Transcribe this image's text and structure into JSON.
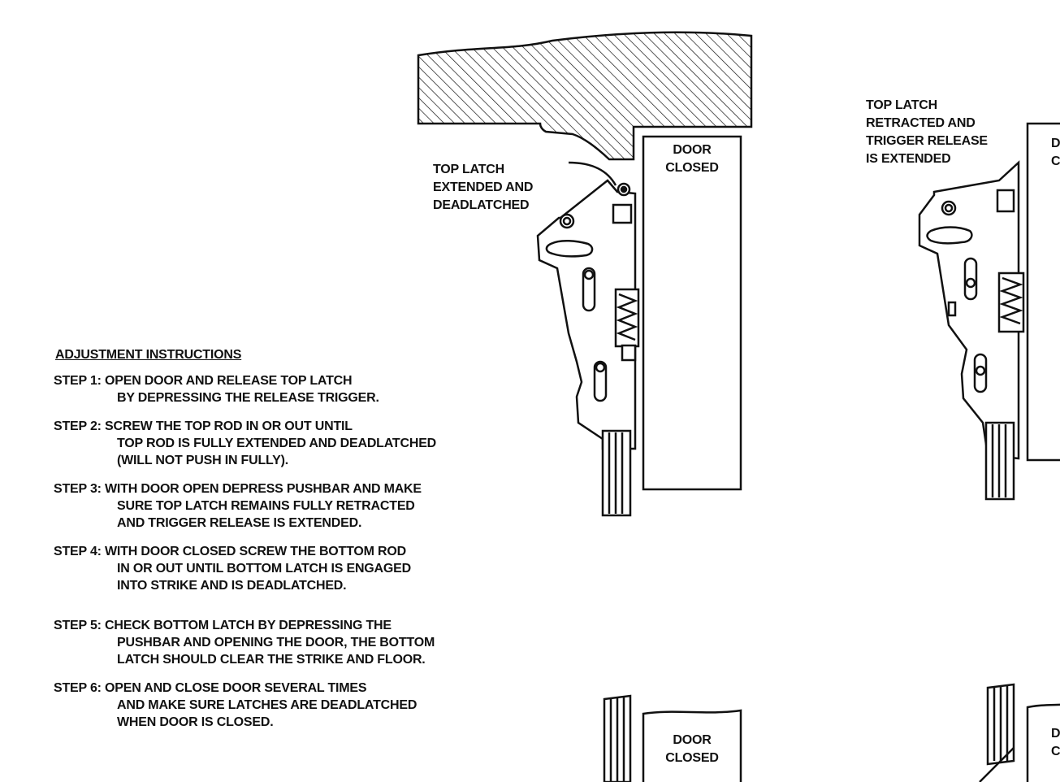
{
  "labels": {
    "top_latch_extended": [
      "TOP LATCH",
      "EXTENDED AND",
      "DEADLATCHED"
    ],
    "door_closed_1": [
      "DOOR",
      "CLOSED"
    ],
    "top_latch_retracted": [
      "TOP LATCH",
      "RETRACTED AND",
      "TRIGGER RELEASE",
      "IS EXTENDED"
    ],
    "door_closed_2": [
      "D",
      "C"
    ],
    "door_closed_3": [
      "DOOR",
      "CLOSED"
    ],
    "door_closed_4": [
      "D",
      "C"
    ]
  },
  "instructions": {
    "heading": "ADJUSTMENT INSTRUCTIONS",
    "steps": [
      {
        "first": "STEP 1: OPEN DOOR AND RELEASE TOP LATCH",
        "rest": [
          "BY DEPRESSING THE RELEASE TRIGGER."
        ]
      },
      {
        "first": "STEP 2: SCREW THE TOP ROD IN OR OUT UNTIL",
        "rest": [
          "TOP ROD IS FULLY EXTENDED AND DEADLATCHED",
          "(WILL NOT PUSH IN FULLY)."
        ]
      },
      {
        "first": "STEP 3: WITH DOOR OPEN DEPRESS PUSHBAR AND MAKE",
        "rest": [
          "SURE TOP LATCH REMAINS FULLY RETRACTED",
          "AND TRIGGER RELEASE IS EXTENDED."
        ]
      },
      {
        "first": "STEP 4: WITH DOOR CLOSED SCREW THE BOTTOM ROD",
        "rest": [
          "IN OR OUT UNTIL BOTTOM LATCH IS ENGAGED",
          "INTO STRIKE AND IS DEADLATCHED."
        ]
      },
      {
        "first": "STEP 5: CHECK BOTTOM LATCH BY DEPRESSING THE",
        "rest": [
          "PUSHBAR AND OPENING THE DOOR, THE BOTTOM",
          "LATCH SHOULD CLEAR THE STRIKE AND FLOOR."
        ]
      },
      {
        "first": "STEP 6: OPEN AND CLOSE DOOR SEVERAL TIMES",
        "rest": [
          "AND MAKE SURE LATCHES ARE DEADLATCHED",
          "WHEN DOOR IS CLOSED."
        ]
      }
    ]
  }
}
